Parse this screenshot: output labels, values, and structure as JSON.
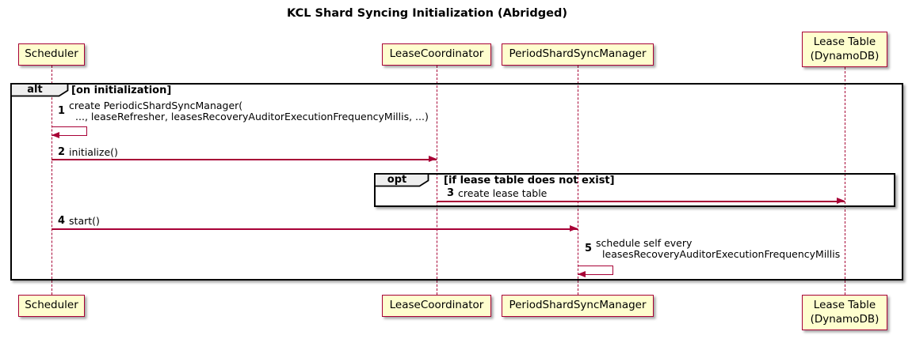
{
  "title": "KCL Shard Syncing Initialization (Abridged)",
  "participants": [
    {
      "label": "Scheduler"
    },
    {
      "label": "LeaseCoordinator"
    },
    {
      "label": "PeriodShardSyncManager"
    },
    {
      "label": "Lease Table",
      "label2": "(DynamoDB)"
    }
  ],
  "frames": {
    "alt": {
      "label": "alt",
      "guard": "[on initialization]"
    },
    "opt": {
      "label": "opt",
      "guard": "[if lease table does not exist]"
    }
  },
  "messages": [
    {
      "num": "1",
      "line1": "create PeriodicShardSyncManager(",
      "line2": "..., leaseRefresher, leasesRecoveryAuditorExecutionFrequencyMillis, ...)",
      "from": "Scheduler",
      "to": "Scheduler",
      "kind": "self"
    },
    {
      "num": "2",
      "text": "initialize()",
      "from": "Scheduler",
      "to": "LeaseCoordinator",
      "kind": "sync"
    },
    {
      "num": "3",
      "text": "create lease table",
      "from": "LeaseCoordinator",
      "to": "Lease Table (DynamoDB)",
      "kind": "sync"
    },
    {
      "num": "4",
      "text": "start()",
      "from": "Scheduler",
      "to": "PeriodShardSyncManager",
      "kind": "sync"
    },
    {
      "num": "5",
      "line1": "schedule self every",
      "line2": "leasesRecoveryAuditorExecutionFrequencyMillis",
      "from": "PeriodShardSyncManager",
      "to": "PeriodShardSyncManager",
      "kind": "self"
    }
  ],
  "colors": {
    "participant_fill": "#FEFECE",
    "participant_border": "#A80036",
    "arrow": "#A80036",
    "frame_border": "#000000",
    "frame_label_bg": "#EEEEEE"
  }
}
